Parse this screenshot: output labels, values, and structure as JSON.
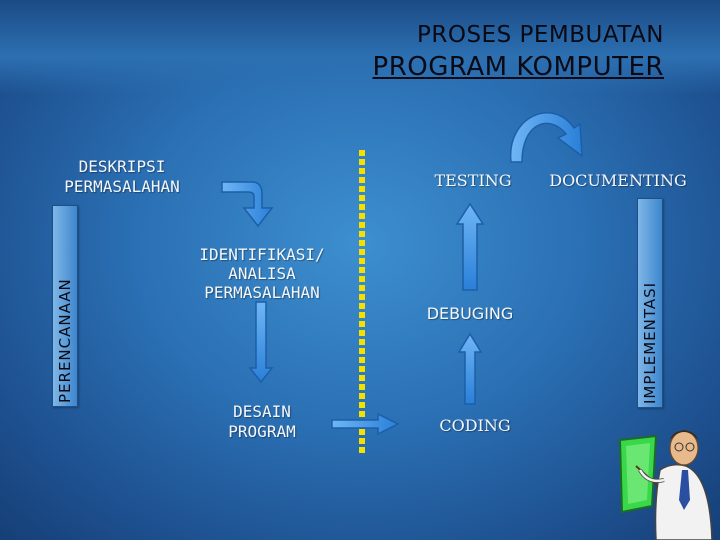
{
  "title": {
    "line1": "PROSES PEMBUATAN",
    "line2": "PROGRAM KOMPUTER"
  },
  "side_labels": {
    "left": "PERENCANAAN",
    "right": "IMPLEMENTASI"
  },
  "nodes": {
    "deskripsi": "DESKRIPSI PERMASALAHAN",
    "identifikasi": "IDENTIFIKASI/ ANALISA PERMASALAHAN",
    "desain": "DESAIN PROGRAM",
    "coding": "CODING",
    "debuging": "DEBUGING",
    "testing": "TESTING",
    "documenting": "DOCUMENTING"
  },
  "colors": {
    "arrow": "#3b8fe0",
    "divider": "#f5e000",
    "text": "#f4f6fa"
  },
  "icons": [
    "presenter-with-board-illustration"
  ]
}
